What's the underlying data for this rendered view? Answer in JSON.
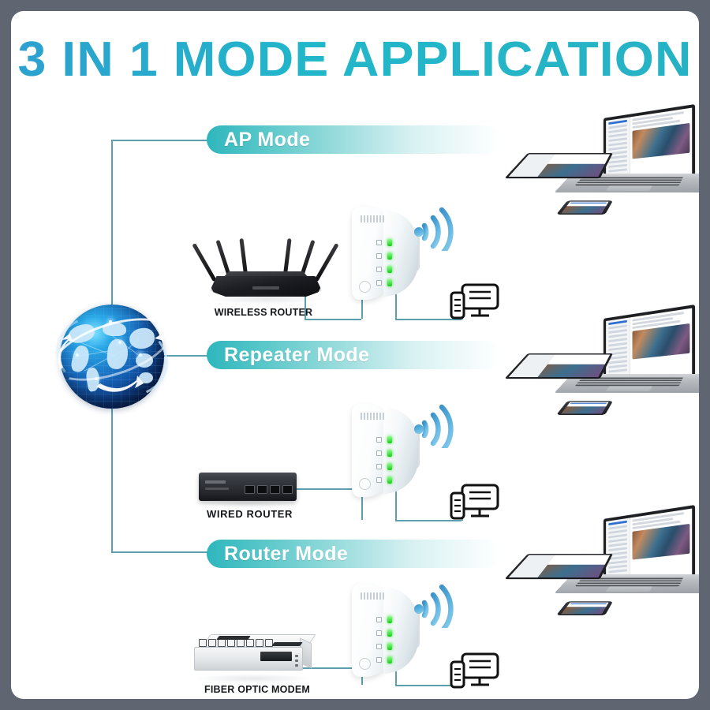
{
  "page": {
    "title": "3 IN 1 MODE APPLICATION",
    "frame_color": "#5f6672",
    "panel_color": "#ffffff",
    "accent_color": "#27b2c4",
    "connector_color": "#5c9fae",
    "led_color": "#17cc17",
    "wifi_color": "#4a9fd4"
  },
  "modes": [
    {
      "id": "ap",
      "label": "AP Mode",
      "source_device": {
        "name": "WIRELESS ROUTER",
        "icon": "wireless-router-icon"
      },
      "extender": {
        "icon": "wifi-range-extender-icon",
        "led_count": 4,
        "wps_button": true
      },
      "wifi_icon": "wifi-signal-icon",
      "client_icon": "monitor-and-phone-icon",
      "clients_photo": "laptop-tablet-phone-icon"
    },
    {
      "id": "repeater",
      "label": "Repeater Mode",
      "source_device": {
        "name": "WIRED ROUTER",
        "icon": "wired-router-icon"
      },
      "extender": {
        "icon": "wifi-range-extender-icon",
        "led_count": 4,
        "wps_button": true
      },
      "wifi_icon": "wifi-signal-icon",
      "client_icon": "monitor-and-phone-icon",
      "clients_photo": "laptop-tablet-phone-icon"
    },
    {
      "id": "router",
      "label": "Router Mode",
      "source_device": {
        "name": "FIBER OPTIC MODEM",
        "icon": "fiber-optic-modem-icon"
      },
      "extender": {
        "icon": "wifi-range-extender-icon",
        "led_count": 4,
        "wps_button": true
      },
      "wifi_icon": "wifi-signal-icon",
      "client_icon": "monitor-and-phone-icon",
      "clients_photo": "laptop-tablet-phone-icon"
    }
  ],
  "internet": {
    "icon": "globe-internet-icon",
    "description": "blue network globe"
  }
}
